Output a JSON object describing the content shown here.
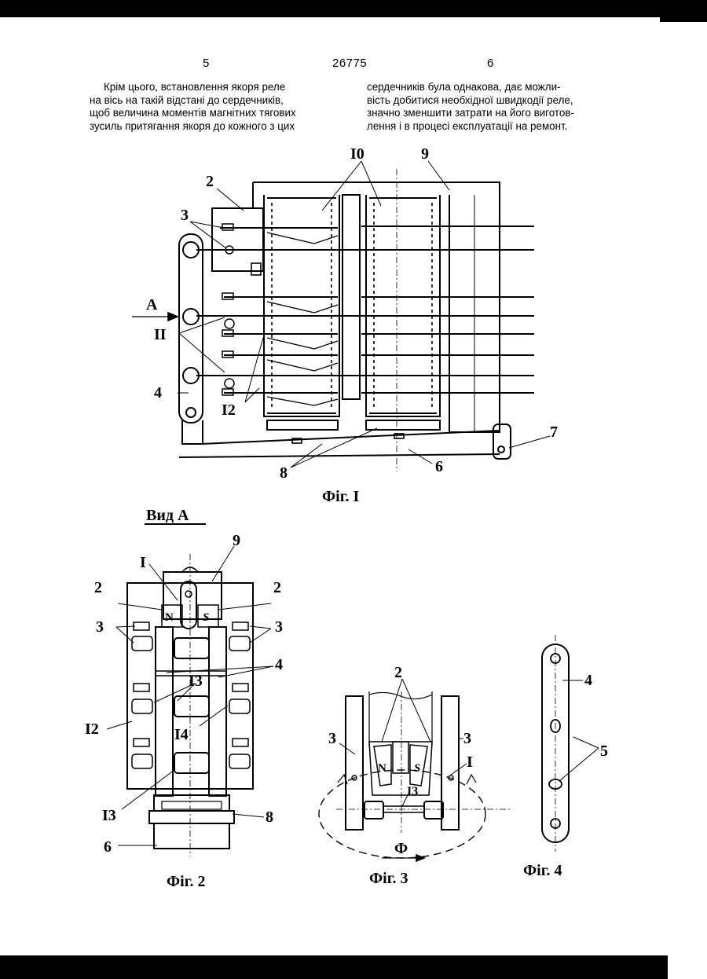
{
  "header": {
    "page_left": "5",
    "doc_number": "26775",
    "page_right": "6"
  },
  "text": {
    "col_left": [
      "Крім цього, встановлення якоря реле",
      "на вісь на такій відстані до сердечників,",
      "щоб величина моментів магнітних тягових",
      "зусиль притягання якоря до кожного з цих"
    ],
    "col_right": [
      "сердечників була однакова, дає можли-",
      "вість добитися необхідної швидкодії реле,",
      "значно зменшити затрати на його виготов-",
      "лення і в процесі експлуатації на ремонт."
    ]
  },
  "fig1": {
    "caption": "Фіг. I",
    "labels": {
      "l2": "2",
      "l3": "3",
      "l10": "I0",
      "l9": "9",
      "lA": "A",
      "l11": "II",
      "l4": "4",
      "l12": "I2",
      "l7": "7",
      "l8": "8",
      "l6": "6"
    }
  },
  "fig2": {
    "view_title": "Вид А",
    "caption": "Фіг. 2",
    "labels": {
      "l9": "9",
      "l1": "I",
      "l2a": "2",
      "l2b": "2",
      "lN": "N",
      "lS": "S",
      "l3a": "3",
      "l3b": "3",
      "l4": "4",
      "l13a": "I3",
      "l14": "I4",
      "l12": "I2",
      "l13b": "I3",
      "l8": "8",
      "l6": "6"
    }
  },
  "fig3": {
    "caption": "Фіг. 3",
    "labels": {
      "l2": "2",
      "l3a": "3",
      "l3b": "3",
      "l1": "I",
      "lN": "N",
      "lS": "S",
      "l13": "I3",
      "lPhi": "Ф"
    }
  },
  "fig4": {
    "caption": "Фіг. 4",
    "labels": {
      "l4": "4",
      "l5": "5"
    }
  }
}
